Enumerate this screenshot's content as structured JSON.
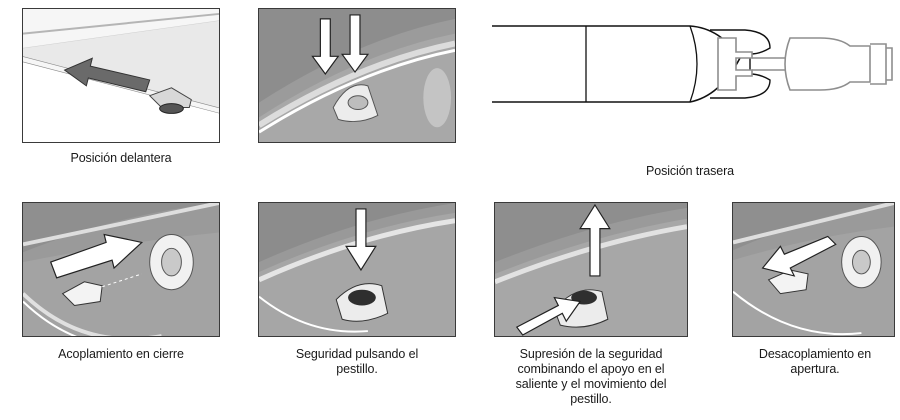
{
  "captions": {
    "posicion_delantera": "Posición delantera",
    "posicion_trasera": "Posición trasera",
    "acoplamiento": "Acoplamiento en cierre",
    "seguridad": "Seguridad pulsando el pestillo.",
    "supresion": "Supresión de la seguridad combinando el apoyo en el saliente y el movimiento del pestillo.",
    "desacoplamiento": "Desacoplamiento en apertura."
  },
  "colors": {
    "photo_gray": "#9a9a9a",
    "photo_light": "#e8e8e8",
    "line_art": "#111111",
    "line_art_gray": "#9a9a9a"
  }
}
